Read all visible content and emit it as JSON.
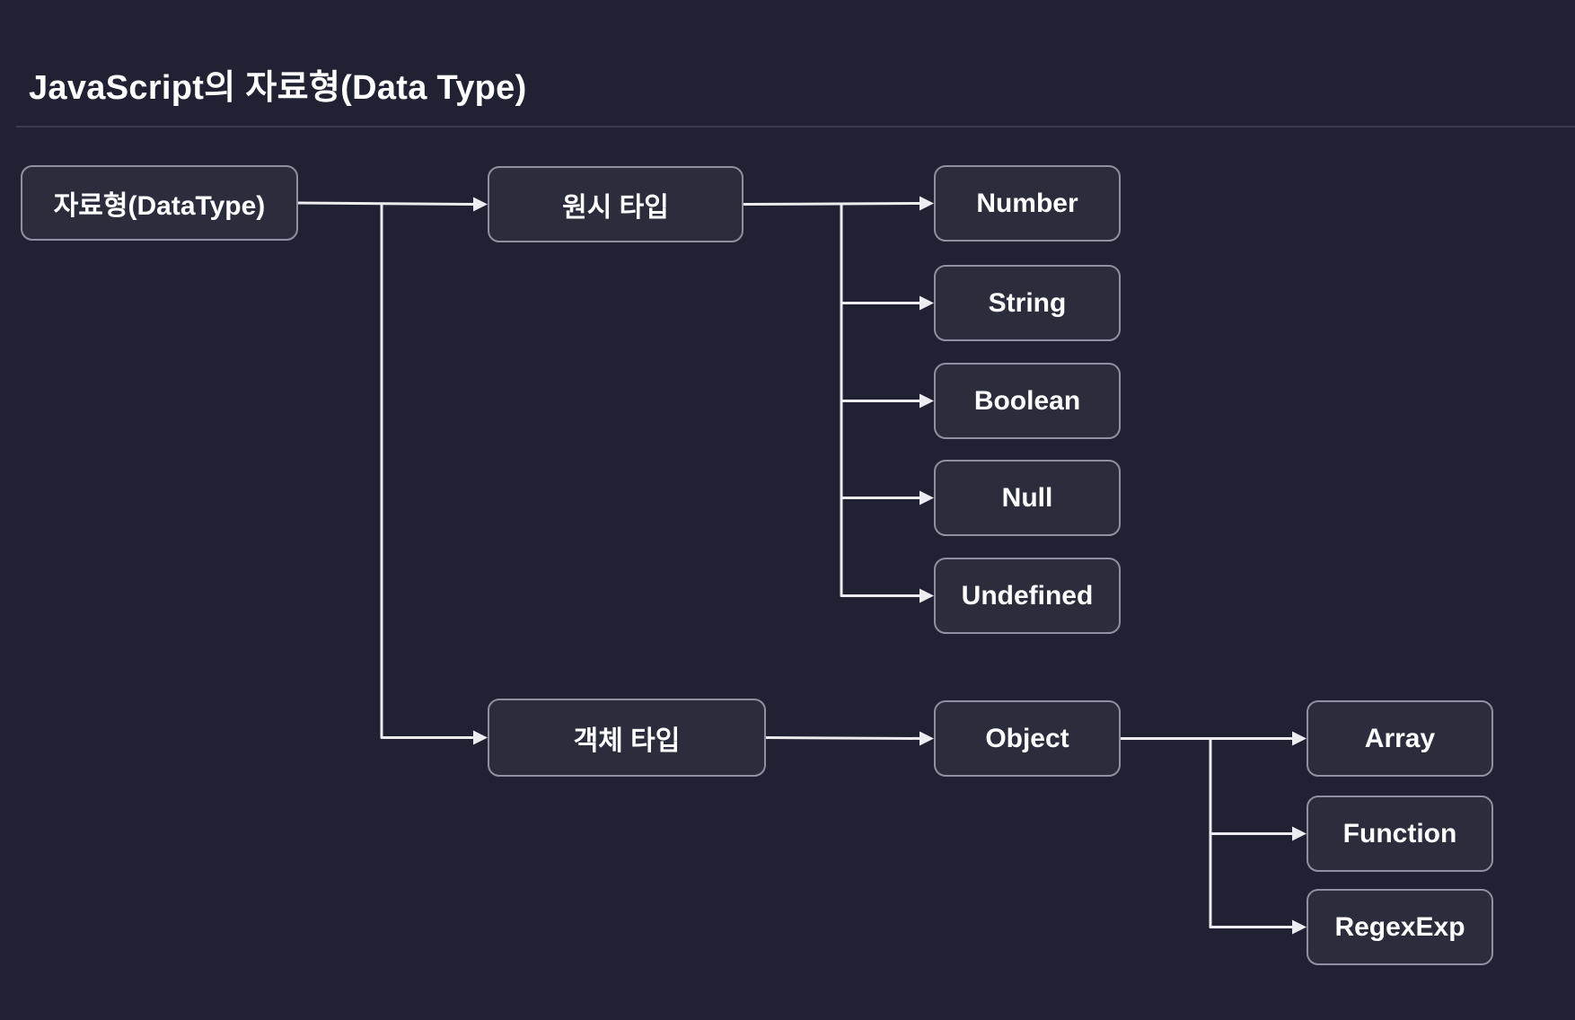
{
  "page": {
    "title": "JavaScript의 자료형(Data Type)"
  },
  "colors": {
    "background": "#202132",
    "node_fill": "#2b2d3d",
    "node_border": "#8f91a0",
    "connector": "#ececf1",
    "title_text": "#ffffff",
    "divider": "#3b3d4d"
  },
  "diagram": {
    "type": "tree",
    "nodes": {
      "root": {
        "label": "자료형(DataType)"
      },
      "primitive": {
        "label": "원시 타입"
      },
      "object_type": {
        "label": "객체 타입"
      },
      "number": {
        "label": "Number"
      },
      "string": {
        "label": "String"
      },
      "boolean": {
        "label": "Boolean"
      },
      "null": {
        "label": "Null"
      },
      "undefined": {
        "label": "Undefined"
      },
      "object": {
        "label": "Object"
      },
      "array": {
        "label": "Array"
      },
      "function": {
        "label": "Function"
      },
      "regexexp": {
        "label": "RegexExp"
      }
    },
    "edges": [
      {
        "from": "root",
        "to": "primitive"
      },
      {
        "from": "root",
        "to": "object_type"
      },
      {
        "from": "primitive",
        "to": "number"
      },
      {
        "from": "primitive",
        "to": "string"
      },
      {
        "from": "primitive",
        "to": "boolean"
      },
      {
        "from": "primitive",
        "to": "null"
      },
      {
        "from": "primitive",
        "to": "undefined"
      },
      {
        "from": "object_type",
        "to": "object"
      },
      {
        "from": "object",
        "to": "array"
      },
      {
        "from": "object",
        "to": "function"
      },
      {
        "from": "object",
        "to": "regexexp"
      }
    ]
  }
}
